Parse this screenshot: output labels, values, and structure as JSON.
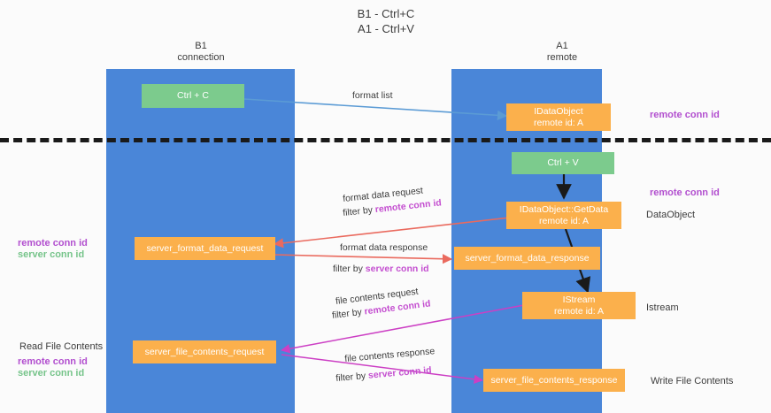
{
  "diagram": {
    "title_line1": "B1 - Ctrl+C",
    "title_line2": "A1 - Ctrl+V",
    "lanes": [
      {
        "id": "b1",
        "name": "B1",
        "sub": "connection",
        "color": "#4a86d8"
      },
      {
        "id": "a1",
        "name": "A1",
        "sub": "remote",
        "color": "#4a86d8"
      }
    ],
    "colors": {
      "lane": "#4a86d8",
      "green_node": "#7ccb8d",
      "orange_node": "#fbb04c",
      "remote_conn_id": "#b24fcf",
      "server_conn_id": "#76c48a",
      "arrow_blue": "#5b9bd5",
      "arrow_red": "#ea6a5e",
      "arrow_magenta": "#cc3fc4",
      "arrow_black": "#1a1a1a",
      "divider": "#1a1a1a"
    },
    "nodes": [
      {
        "id": "ctrl-c",
        "label": "Ctrl + C",
        "label2": "",
        "style": "green"
      },
      {
        "id": "idataobject",
        "label": "IDataObject",
        "label2": "remote id: A",
        "style": "orange"
      },
      {
        "id": "ctrl-v",
        "label": "Ctrl + V",
        "label2": "",
        "style": "green"
      },
      {
        "id": "getdata",
        "label": "IDataObject::GetData",
        "label2": "remote id: A",
        "style": "orange"
      },
      {
        "id": "server-format-data-request",
        "label": "server_format_data_request",
        "label2": "",
        "style": "orange"
      },
      {
        "id": "server-format-data-response",
        "label": "server_format_data_response",
        "label2": "",
        "style": "orange"
      },
      {
        "id": "istream",
        "label": "IStream",
        "label2": "remote id: A",
        "style": "orange"
      },
      {
        "id": "server-file-contents-request",
        "label": "server_file_contents_request",
        "label2": "",
        "style": "orange"
      },
      {
        "id": "server-file-contents-response",
        "label": "server_file_contents_response",
        "label2": "",
        "style": "orange"
      }
    ],
    "edge_labels": [
      {
        "id": "format-list",
        "text": "format list"
      },
      {
        "id": "format-data-request",
        "text": "format data request"
      },
      {
        "id": "format-data-request-filter-prefix",
        "text": "filter by ",
        "highlight": "remote conn id"
      },
      {
        "id": "format-data-response",
        "text": "format data response"
      },
      {
        "id": "format-data-response-filter-prefix",
        "text": "filter by ",
        "highlight": "server conn id"
      },
      {
        "id": "file-contents-request",
        "text": "file contents request"
      },
      {
        "id": "file-contents-request-filter-prefix",
        "text": "filter by ",
        "highlight": "remote conn id"
      },
      {
        "id": "file-contents-response",
        "text": "file contents response"
      },
      {
        "id": "file-contents-response-filter-prefix",
        "text": "filter by ",
        "highlight": "server conn id"
      }
    ],
    "right_labels": [
      {
        "id": "remote-conn-id-top",
        "text": "remote conn id",
        "style": "purple"
      },
      {
        "id": "remote-conn-id-mid",
        "text": "remote conn id",
        "style": "purple"
      },
      {
        "id": "dataobject",
        "text": "DataObject",
        "style": "plain"
      },
      {
        "id": "istream-label",
        "text": "Istream",
        "style": "plain"
      },
      {
        "id": "write-file-contents",
        "text": "Write File Contents",
        "style": "plain"
      }
    ],
    "left_labels": [
      {
        "id": "remote-conn-id-left",
        "text": "remote conn id",
        "style": "purple"
      },
      {
        "id": "server-conn-id-left",
        "text": "server conn id",
        "style": "green"
      },
      {
        "id": "read-file-contents",
        "text": "Read File Contents",
        "style": "plain"
      },
      {
        "id": "remote-conn-id-left2",
        "text": "remote conn id",
        "style": "purple"
      },
      {
        "id": "server-conn-id-left2",
        "text": "server conn id",
        "style": "green"
      }
    ]
  }
}
